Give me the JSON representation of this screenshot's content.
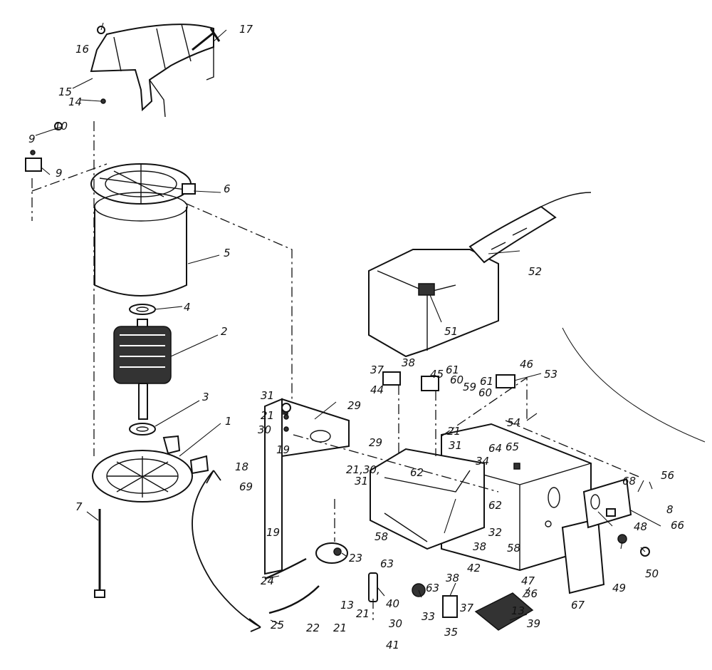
{
  "labels": {
    "l1": "1",
    "l2": "2",
    "l3": "3",
    "l4": "4",
    "l5": "5",
    "l6": "6",
    "l7": "7",
    "l8": "8",
    "l9a": "9",
    "l9b": "9",
    "l10": "10",
    "l13a": "13",
    "l13b": "13",
    "l14": "14",
    "l15": "15",
    "l16": "16",
    "l17": "17",
    "l18": "18",
    "l19a": "19",
    "l19b": "19",
    "l21a": "21",
    "l21b": "21",
    "l21c": "21",
    "l21d": "21",
    "l21e": "21,30,",
    "l22": "22",
    "l23": "23",
    "l24": "24",
    "l25": "25",
    "l29a": "29",
    "l29b": "29",
    "l30a": "30",
    "l30b": "30",
    "l31a": "31",
    "l31b": "31",
    "l31c": "31",
    "l32": "32",
    "l33": "33",
    "l34": "34",
    "l35": "35",
    "l36": "36",
    "l37a": "37",
    "l37b": "37",
    "l38a": "38",
    "l38b": "38",
    "l38c": "38",
    "l39": "39",
    "l40": "40",
    "l41": "41",
    "l42": "42",
    "l44": "44",
    "l45": "45",
    "l46": "46",
    "l47": "47",
    "l48": "48",
    "l49": "49",
    "l50": "50",
    "l51": "51",
    "l52": "52",
    "l53": "53",
    "l54": "54",
    "l56": "56",
    "l58a": "58",
    "l58b": "58",
    "l59": "59",
    "l60a": "60",
    "l60b": "60",
    "l61a": "61",
    "l61b": "61",
    "l62a": "62",
    "l62b": "62",
    "l63a": "63",
    "l63b": "63",
    "l64": "64",
    "l65": "65",
    "l66": "66",
    "l67": "67",
    "l68": "68",
    "l69": "69"
  }
}
